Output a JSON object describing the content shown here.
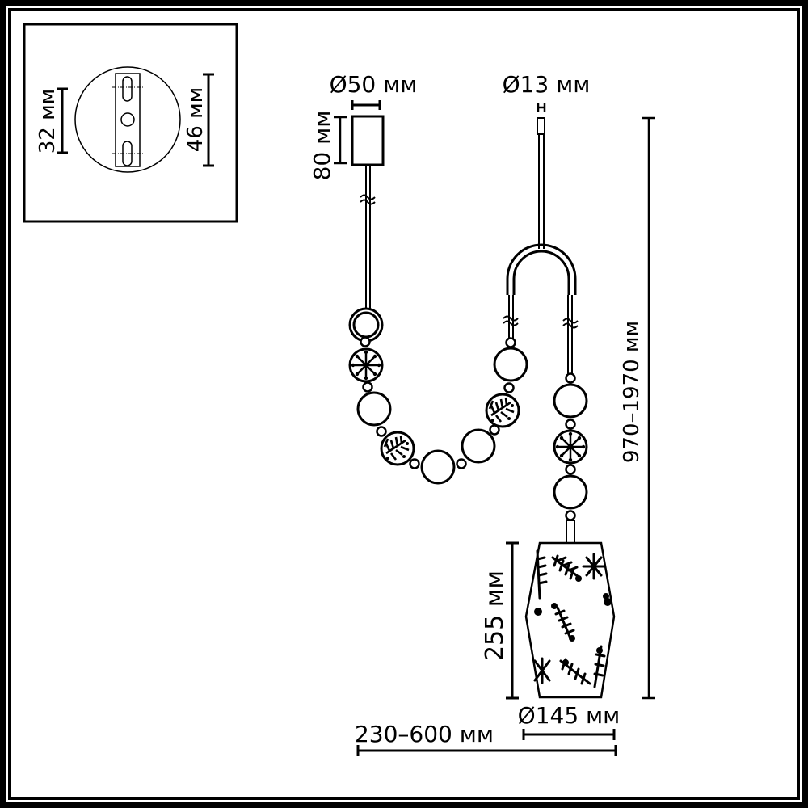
{
  "diagram": {
    "type": "technical-dimension-drawing",
    "subject": "pendant lamp with beaded chain and patterned shade",
    "colors": {
      "line": "#000000",
      "background": "#ffffff"
    }
  },
  "inset": {
    "label": "ceiling-mount-plate",
    "dimensions": {
      "mount_spacing": "32 мм",
      "plate_length": "46 мм"
    }
  },
  "dimensions": {
    "canopy_diameter": "Ø50 мм",
    "canopy_height": "80 мм",
    "rod_diameter": "Ø13 мм",
    "total_height": "970–1970 мм",
    "shade_height": "255 мм",
    "shade_diameter": "Ø145 мм",
    "horizontal_span": "230–600 мм"
  },
  "components": {
    "beads_left_chain": 7,
    "beads_right_drop": 3,
    "patterned_beads": [
      "starburst",
      "fern",
      "fern",
      "starburst"
    ]
  }
}
